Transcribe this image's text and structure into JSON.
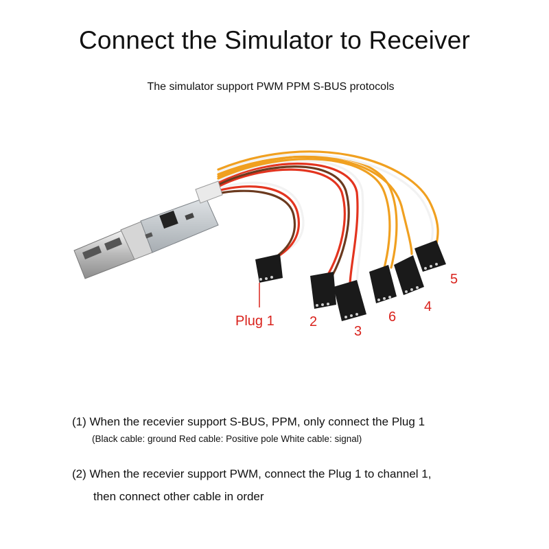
{
  "title": "Connect the Simulator to Receiver",
  "subtitle": "The simulator support PWM PPM S-BUS protocols",
  "plug_labels": {
    "p1": "Plug 1",
    "p2": "2",
    "p3": "3",
    "p4": "4",
    "p5": "5",
    "p6": "6"
  },
  "notes": {
    "line1": "(1) When the recevier support S-BUS, PPM, only connect the Plug 1",
    "line1_sub": "(Black cable: ground   Red cable: Positive pole  White cable: signal)",
    "line2": "(2) When the recevier support PWM, connect the Plug 1 to channel 1,",
    "line2_cont": "then connect other cable in order"
  },
  "colors": {
    "label_red": "#d9221c",
    "wire_red": "#e3341f",
    "wire_orange": "#f0a020",
    "wire_white": "#f2f2f2",
    "wire_brown": "#6b3a1f",
    "plug_black": "#1a1a1a"
  },
  "icons": [
    "usb-adapter-icon",
    "servo-plug-icon"
  ]
}
